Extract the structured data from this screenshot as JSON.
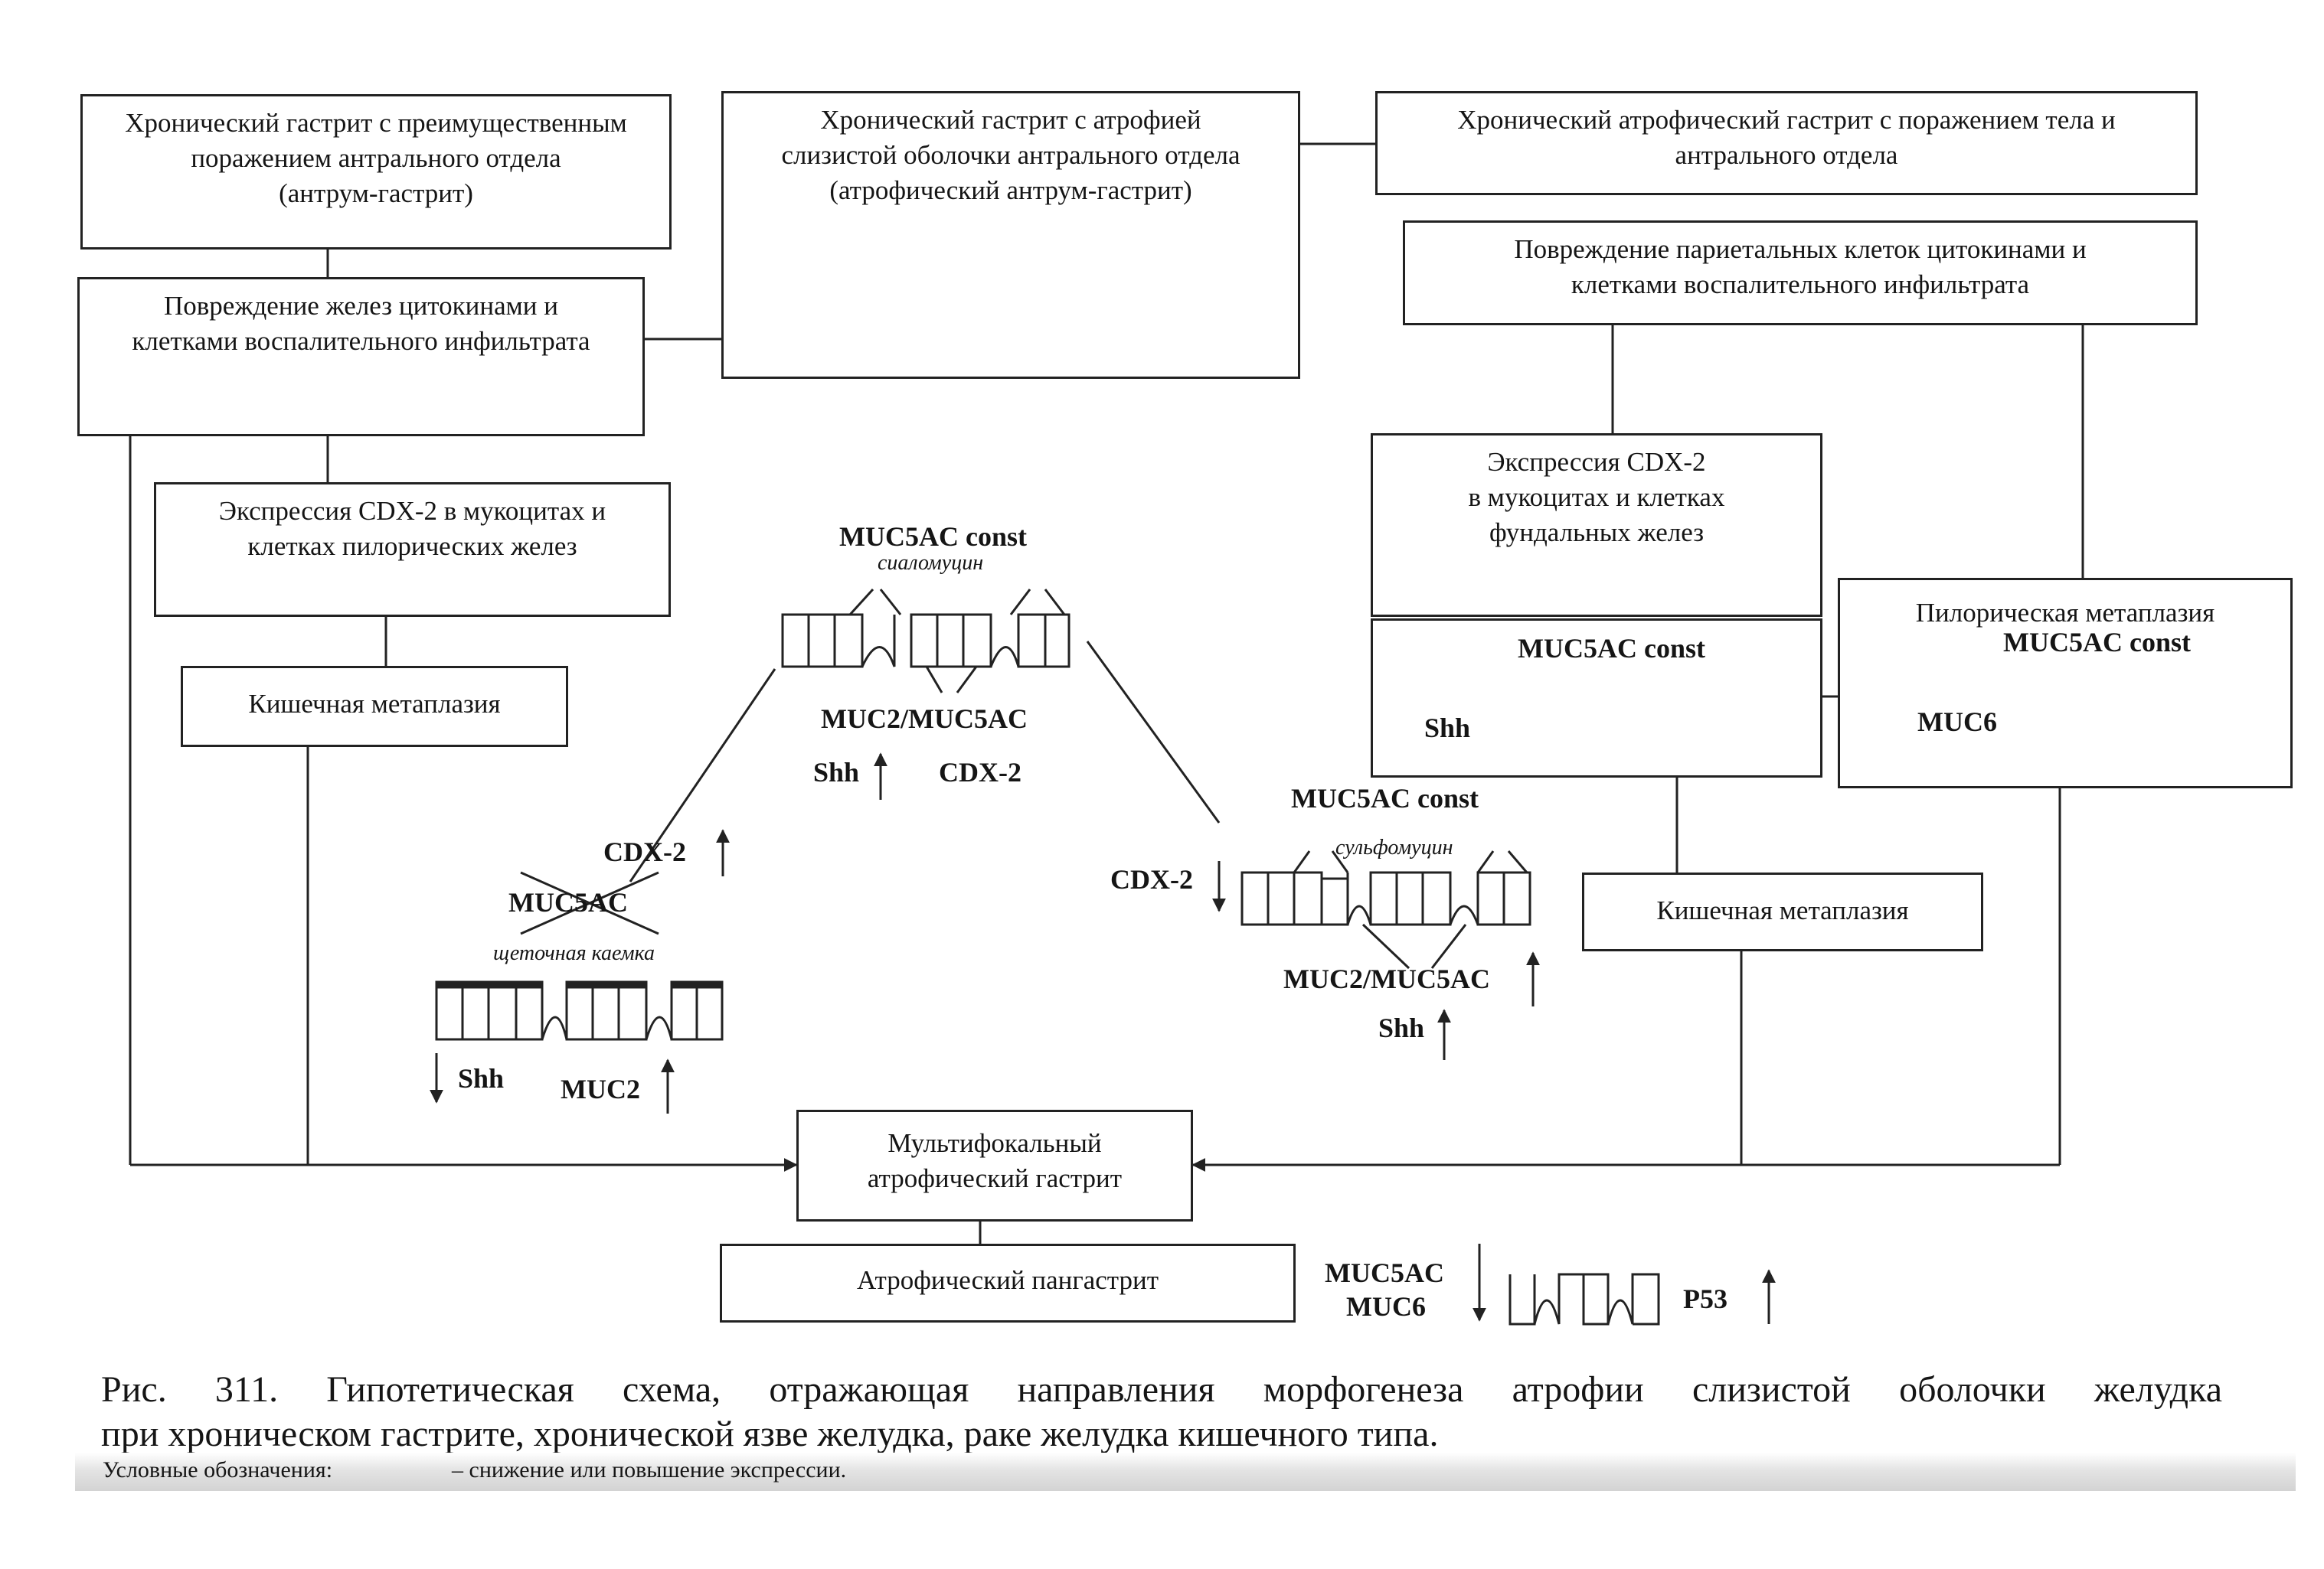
{
  "boxes": {
    "antrum_gastritis": [
      "Хронический гастрит с преимущественным",
      "поражением антрального отдела",
      "(антрум-гастрит)"
    ],
    "atrophic_antrum": [
      "Хронический гастрит с атрофией",
      "слизистой оболочки антрального отдела",
      "(атрофический антрум-гастрит)"
    ],
    "body_antrum": [
      "Хронический атрофический гастрит с поражением тела и",
      "антрального отдела"
    ],
    "gland_damage": [
      "Повреждение желез цитокинами и",
      "клетками воспалительного инфильтрата"
    ],
    "parietal_damage": [
      "Повреждение париетальных клеток цитокинами и",
      "клетками воспалительного инфильтрата"
    ],
    "cdx2_pyloric": [
      "Экспрессия CDX-2 в мукоцитах и",
      "клетках пилорических желез"
    ],
    "cdx2_fundal": [
      "Экспрессия CDX-2",
      "в мукоцитах  и клетках",
      "фундальных желез"
    ],
    "intestinal_left": [
      "Кишечная метаплазия"
    ],
    "intestinal_right": [
      "Кишечная метаплазия"
    ],
    "pyloric_metaplasia": [
      "Пилорическая метаплазия"
    ],
    "multifocal": [
      "Мультифокальный",
      "атрофический гастрит"
    ],
    "pangastritis": [
      "Атрофический пангастрит"
    ]
  },
  "labels": {
    "top_muc5ac_const": "MUC5AC const",
    "sialomucin": "сиаломуцин",
    "top_muc2_muc5ac": "MUC2/MUC5AC",
    "top_shh": "Shh",
    "top_cdx2": "CDX-2",
    "left_cdx2": "CDX-2",
    "left_muc5ac_crossed": "MUC5AC",
    "brush_border": "щеточная каемка",
    "left_shh": "Shh",
    "left_muc2": "MUC2",
    "mid_muc5ac_const": "MUC5AC const",
    "sulfomucin": "сульфомуцин",
    "mid_cdx2": "CDX-2",
    "mid_muc2_muc5ac": "MUC2/MUC5AC",
    "mid_shh": "Shh",
    "fundal_muc5ac_const": "MUC5AC const",
    "fundal_shh": "Shh",
    "pyloric_muc5ac_const": "MUC5AC const",
    "pyloric_muc6": "MUC6",
    "bottom_muc5ac": "MUC5AC",
    "bottom_muc6": "MUC6",
    "bottom_p53": "P53"
  },
  "caption": {
    "line1": "Рис. 311. Гипотетическая схема, отражающая направления морфогенеза атрофии слизистой оболочки желудка",
    "line2": "при хроническом гастрите, хронической язве желудка, раке желудка кишечного типа.",
    "legend_prefix": "Условные обозначения:",
    "legend_text": "– снижение или повышение экспрессии."
  }
}
